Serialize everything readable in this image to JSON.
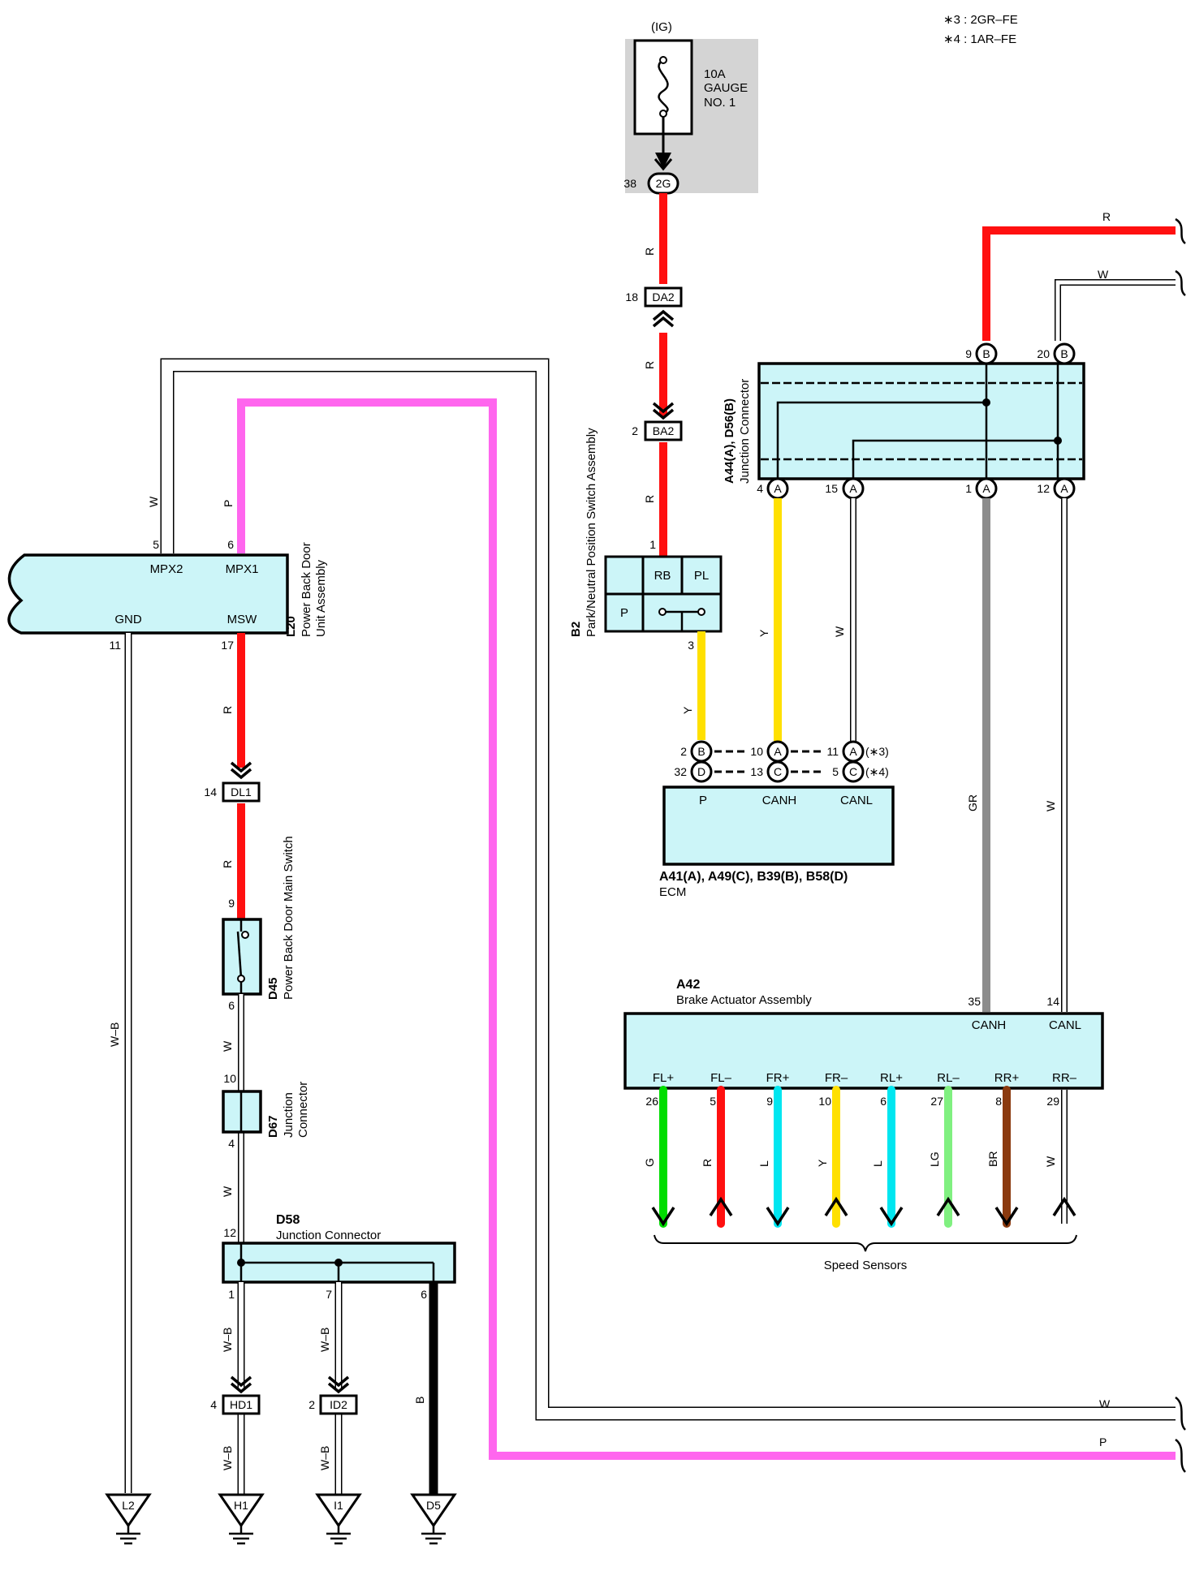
{
  "notes": {
    "n3": "∗3 : 2GR–FE",
    "n4": "∗4 : 1AR–FE"
  },
  "colors": {
    "R": "#ff1010",
    "P": "#ff66ee",
    "Y": "#ffe000",
    "GR": "#8c8c8c",
    "B": "#000000",
    "L": "#00e6f0",
    "G": "#00dd00",
    "LG": "#80f080",
    "BR": "#8b3a0f",
    "comp": "#ccf5f8",
    "fusebox": "#d4d4d4"
  },
  "fuse": {
    "header": "(IG)",
    "l1": "10A",
    "l2": "GAUGE",
    "l3": "NO. 1",
    "pin": "38",
    "conn": "2G"
  },
  "conn_da2": {
    "pin": "18",
    "id": "DA2"
  },
  "conn_ba2": {
    "pin": "2",
    "id": "BA2"
  },
  "conn_dl1": {
    "pin": "14",
    "id": "DL1"
  },
  "conn_hd1": {
    "pin": "4",
    "id": "HD1"
  },
  "conn_id2": {
    "pin": "2",
    "id": "ID2"
  },
  "b2": {
    "id": "B2",
    "name": "Park/Neutral Position Switch Assembly",
    "rb": "RB",
    "pl": "PL",
    "p": "P",
    "pin_in": "1",
    "pin_out": "3"
  },
  "a44": {
    "id": "A44(A), D56(B)",
    "name": "Junction Connector",
    "pins_top": [
      {
        "n": "9",
        "c": "B"
      },
      {
        "n": "20",
        "c": "B"
      }
    ],
    "pins_bot": [
      {
        "n": "4",
        "c": "A"
      },
      {
        "n": "15",
        "c": "A"
      },
      {
        "n": "1",
        "c": "A"
      },
      {
        "n": "12",
        "c": "A"
      }
    ]
  },
  "ecm": {
    "id": "A41(A), A49(C), B39(B), B58(D)",
    "name": "ECM",
    "p": "P",
    "canh": "CANH",
    "canl": "CANL",
    "row1": [
      {
        "n": "2",
        "c": "B"
      },
      {
        "n": "10",
        "c": "A"
      },
      {
        "n": "11",
        "c": "A"
      }
    ],
    "row1_note": "(∗3)",
    "row2": [
      {
        "n": "32",
        "c": "D"
      },
      {
        "n": "13",
        "c": "C"
      },
      {
        "n": "5",
        "c": "C"
      }
    ],
    "row2_note": "(∗4)"
  },
  "l20": {
    "id": "L20",
    "name1": "Power Back Door",
    "name2": "Unit Assembly",
    "mpx2": "MPX2",
    "mpx1": "MPX1",
    "gnd": "GND",
    "msw": "MSW",
    "pin_mpx2": "5",
    "pin_mpx1": "6",
    "pin_gnd": "11",
    "pin_msw": "17"
  },
  "d45": {
    "id": "D45",
    "name": "Power Back Door Main Switch",
    "pin_top": "9",
    "pin_bot": "6"
  },
  "d67": {
    "id": "D67",
    "name1": "Junction",
    "name2": "Connector",
    "pin_top": "10",
    "pin_bot": "4"
  },
  "d58": {
    "id": "D58",
    "name": "Junction Connector",
    "pin_in": "12",
    "pins": [
      "1",
      "7",
      "6"
    ]
  },
  "a42": {
    "id": "A42",
    "name": "Brake Actuator Assembly",
    "canh": "CANH",
    "canl": "CANL",
    "pin_canh": "35",
    "pin_canl": "14",
    "sensors": [
      {
        "label": "FL+",
        "pin": "26",
        "wire": "G",
        "dir": "down"
      },
      {
        "label": "FL–",
        "pin": "5",
        "wire": "R",
        "dir": "up"
      },
      {
        "label": "FR+",
        "pin": "9",
        "wire": "L",
        "dir": "down"
      },
      {
        "label": "FR–",
        "pin": "10",
        "wire": "Y",
        "dir": "up"
      },
      {
        "label": "RL+",
        "pin": "6",
        "wire": "L",
        "dir": "down"
      },
      {
        "label": "RL–",
        "pin": "27",
        "wire": "LG",
        "dir": "up"
      },
      {
        "label": "RR+",
        "pin": "8",
        "wire": "BR",
        "dir": "down"
      },
      {
        "label": "RR–",
        "pin": "29",
        "wire": "W",
        "dir": "up"
      }
    ],
    "group": "Speed Sensors"
  },
  "wires": {
    "r": "R",
    "w": "W",
    "p": "P",
    "y": "Y",
    "gr": "GR",
    "wb": "W–B",
    "b": "B"
  },
  "grounds": [
    "L2",
    "H1",
    "I1",
    "D5"
  ]
}
